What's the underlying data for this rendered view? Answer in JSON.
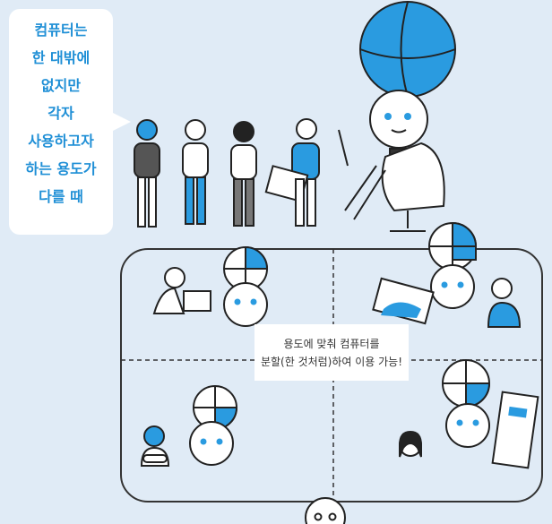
{
  "speech_bubble": {
    "lines": [
      "컴퓨터는",
      "한 대밖에",
      "없지만",
      "각자",
      "사용하고자",
      "하는 용도가",
      "다를 때"
    ]
  },
  "center_caption": {
    "line1": "용도에 맞춰 컴퓨터를",
    "line2": "분할(한 것처럼)하여 이용 가능!"
  },
  "colors": {
    "background": "#e0ebf6",
    "accent_blue": "#2a9be0",
    "text_blue": "#1f8fd6",
    "outline": "#333333"
  }
}
